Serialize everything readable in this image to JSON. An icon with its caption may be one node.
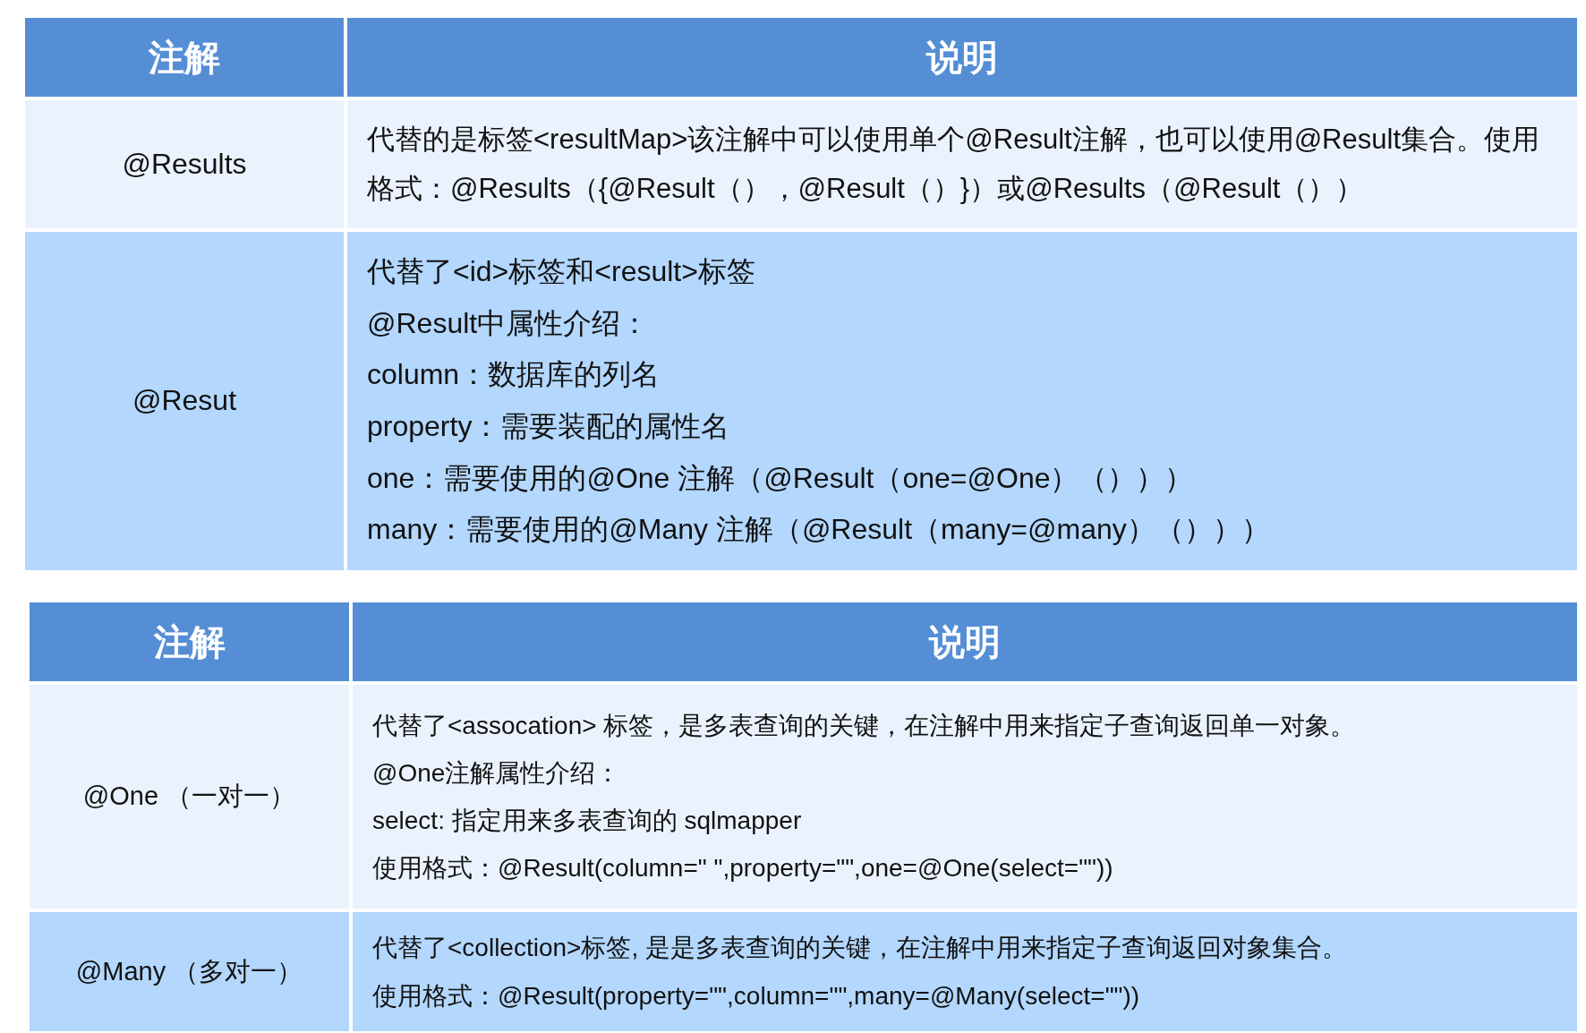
{
  "diagram": {
    "labels": [
      "注解",
      "说明",
      "@Results",
      "代替的是标签<resultMap>该注解中可以使用单个@Result注解，也可以使用@Result集合。使用格式：@Results（{@Result（），@Result（）}）或@Results（@Result（））",
      "@Resut",
      "代替了<id>标签和<result>标签",
      "@Result中属性介绍：",
      "column：数据库的列名",
      "property：需要装配的属性名",
      "one：需要使用的@One 注解（@Result（one=@One）（）））",
      "many：需要使用的@Many 注解（@Result（many=@many）（）））",
      "注解",
      "说明",
      "@One （一对一）",
      "代替了<assocation> 标签，是多表查询的关键，在注解中用来指定子查询返回单一对象。",
      "@One注解属性介绍：",
      "select: 指定用来多表查询的 sqlmapper",
      "使用格式：@Result(column=\" \",property=\"\",one=@One(select=\"\"))",
      "@Many （多对一）",
      "代替了<collection>标签, 是是多表查询的关键，在注解中用来指定子查询返回对象集合。",
      "使用格式：@Result(property=\"\",column=\"\",many=@Many(select=\"\"))"
    ]
  }
}
